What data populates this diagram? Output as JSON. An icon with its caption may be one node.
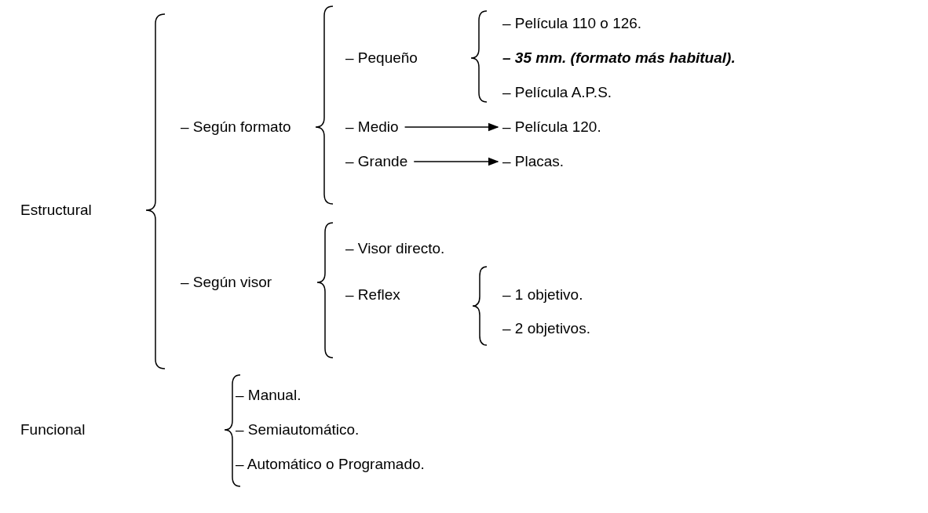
{
  "diagram": {
    "nodes": [
      {
        "text": [
          "– Medio"
        ]
      },
      {
        "text": [
          "– Película 120."
        ]
      },
      {
        "text": [
          "– Grande"
        ]
      },
      {
        "text": [
          "– Placas."
        ]
      }
    ],
    "edges": [
      {
        "from": 0,
        "to": 1,
        "arrow": "to"
      },
      {
        "from": 2,
        "to": 3,
        "arrow": "to"
      }
    ],
    "labels": [
      "Estructural",
      "– Según formato",
      "– Pequeño",
      "– Película 110 o 126.",
      "– 35 mm. (formato más habitual).",
      "– Película A.P.S.",
      "– Según visor",
      "– Visor directo.",
      "– Reflex",
      "– 1 objetivo.",
      "– 2 objetivos.",
      "Funcional",
      "– Manual.",
      "– Semiautomático.",
      "– Automático o Programado."
    ]
  }
}
